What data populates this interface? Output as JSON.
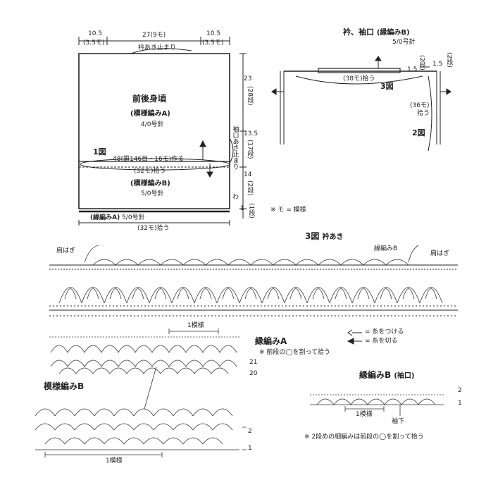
{
  "body": {
    "w_left": "10.5",
    "w_left_m": "(3.5モ)",
    "w_mid": "27(9モ)",
    "w_right": "10.5",
    "w_right_m": "(3.5モ)",
    "neck_stop": "衿あき止まり",
    "title": "前後身頃",
    "pattern_a": "(模様編みA)",
    "hook_a": "4/0号針",
    "fig1": "1図",
    "chain_start": "48(鎖146目・16モ)作る",
    "pick_up_32a": "(32モ)拾う",
    "pattern_b": "(模様編みB)",
    "hook_b": "5/0号針",
    "border_a": "(縁編みA)",
    "hook_b2": "5/0号針",
    "pick_up_32b": "(32モ)拾う",
    "h23": "23",
    "h28": "(28段)",
    "h135": "13.5",
    "h17": "(17段)",
    "side_note": "袖口あき止まり",
    "h14": "14",
    "h2w": "(2段)",
    "wa": "わ",
    "h1": "1",
    "h1r": "(1段)",
    "motif_note": "※ モ = 模様"
  },
  "collar": {
    "title_a": "衿、袖口",
    "title_b": "(縁編みB)",
    "hook": "5/0号針",
    "d15a": "1.5",
    "r2a": "(2段)",
    "d15b": "1.5",
    "r2b": "(2段)",
    "pick38": "(38モ)拾う",
    "fig3": "3図",
    "pick36": "(36モ)",
    "pick36b": "拾う",
    "fig2": "2図"
  },
  "fig3": {
    "title": "3図",
    "subtitle": "衿あき",
    "shoulder_l": "肩はぎ",
    "border_b": "縁編みB",
    "shoulder_r": "肩はぎ"
  },
  "legend": {
    "motif": "1模様",
    "attach": "= 糸をつける",
    "cut": "= 糸を切る",
    "border_a_label": "縁編みA",
    "border_a_note": "※ 前段の◯を割って拾う",
    "row21": "21",
    "row20": "20",
    "pattern_b_label": "模様編みB",
    "rows2": "2",
    "rows1": "1",
    "one_motif": "1模様",
    "border_b_label": "縁編みB",
    "border_b_sub": "(袖口)",
    "r2": "2",
    "r1": "1",
    "one_motif2": "1模様",
    "sleeve": "袖下",
    "bottom_note": "※ 2段めの細編みは前段の◯を割って拾う"
  }
}
